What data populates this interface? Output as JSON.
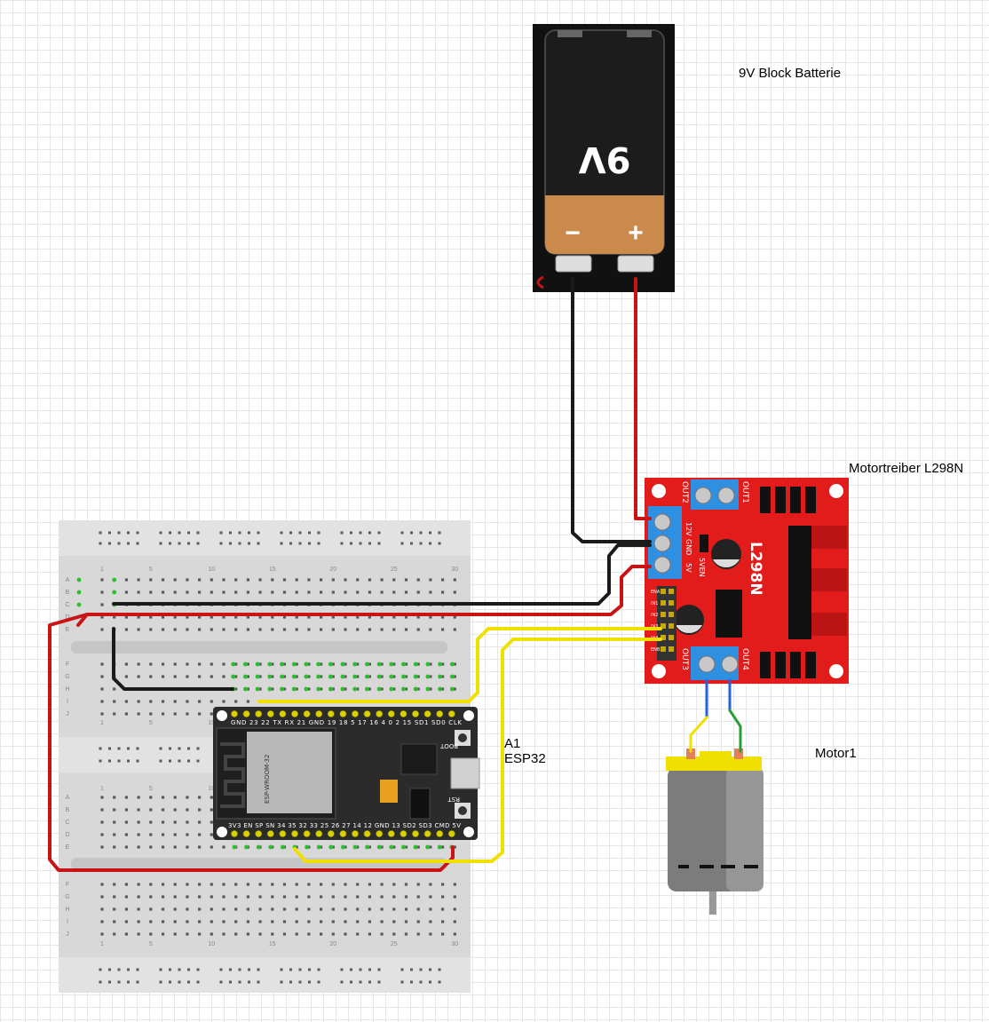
{
  "labels": {
    "battery": "9V Block Batterie",
    "driver": "Motortreiber L298N",
    "motor": "Motor1",
    "esp_ref": "A1",
    "esp_name": "ESP32"
  },
  "battery": {
    "voltage_text": "9V",
    "minus": "−",
    "plus": "+"
  },
  "driver": {
    "chip_text": "L298N",
    "terminal_labels": [
      "OUT2",
      "OUT1",
      "OUT3",
      "OUT4"
    ],
    "power_labels": [
      "12V",
      "GND",
      "5V"
    ],
    "jumper_label": "5VEN",
    "header_labels": [
      "ENA",
      "IN1",
      "IN2",
      "IN3",
      "IN4",
      "ENB"
    ]
  },
  "esp32": {
    "top_pins": "GND 23 22 TX RX 21 GND 19 18 5 17 16 4 0 2 15 SD1 SD0 CLK",
    "bottom_pins": "3V3 EN SP SN 34 35 32 33 25 26 27 14 12 GND 13 SD2 SD3 CMD 5V",
    "module_text": "ESP-WROOM-32",
    "button_boot": "BOOT",
    "button_rst": "RST"
  },
  "breadboard": {
    "row_letters_top": [
      "A",
      "B",
      "C",
      "D",
      "E"
    ],
    "row_letters_bottom": [
      "F",
      "G",
      "H",
      "I",
      "J"
    ],
    "column_numbers": [
      "1",
      "5",
      "10",
      "15",
      "20",
      "25",
      "30"
    ]
  },
  "colors": {
    "wire_red": "#c81414",
    "wire_black": "#1a1a1a",
    "wire_yellow": "#f0e000",
    "wire_blue": "#2a5fd6",
    "wire_green": "#2a9d3a",
    "board_red": "#e21b1b",
    "terminal_blue": "#2f8fe0",
    "esp_board": "#2b2b2b"
  }
}
